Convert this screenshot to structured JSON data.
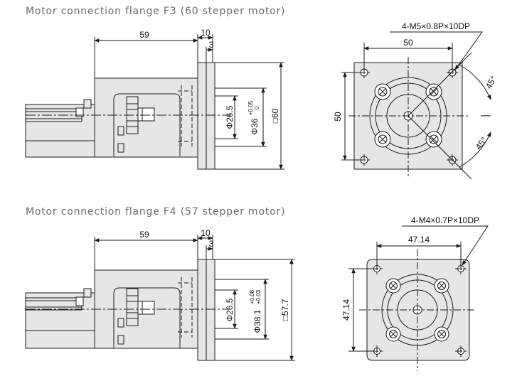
{
  "f3": {
    "title": "Motor connection flange F3 (60 stepper motor)",
    "dim_length": "59",
    "dim_flange": "10",
    "dim_step": "3",
    "dim_bore": "Φ26.5",
    "dim_spigot": "Φ36",
    "tol_upper": "+0.05",
    "tol_lower": "0",
    "dim_square": "□60",
    "hole_spec": "4-M5×0.8P×10DP",
    "pitch_h": "50",
    "pitch_v": "50",
    "angle_top": "45°",
    "angle_bottom": "45°"
  },
  "f4": {
    "title": "Motor connection flange F4 (57 stepper motor)",
    "dim_length": "59",
    "dim_flange": "10",
    "dim_step": "3",
    "dim_bore": "Φ26.5",
    "dim_spigot": "Φ38.1",
    "tol_upper": "+0.08",
    "tol_lower": "+0.03",
    "dim_square": "□57.7",
    "hole_spec": "4-M4×0.7P×10DP",
    "pitch_h": "47.14",
    "pitch_v": "47.14"
  },
  "colors": {
    "body_fill": "#e6e6e6",
    "line": "#1a1a1a",
    "title_text": "#6b6b6b"
  }
}
